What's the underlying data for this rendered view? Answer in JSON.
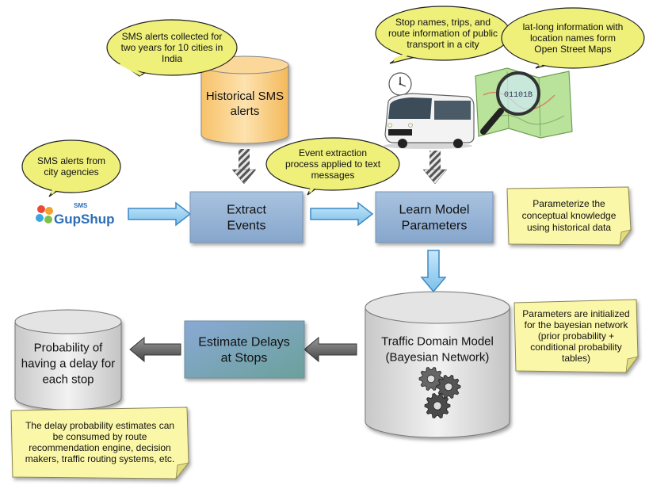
{
  "bubbles": {
    "sms_collected": "SMS alerts collected for two years for 10 cities in India",
    "stop_names": "Stop names, trips, and route information of public transport in a city",
    "latlong": "lat-long information with location names form Open Street Maps",
    "sms_city": "SMS alerts from city agencies",
    "event_extraction": "Event extraction process applied to text messages"
  },
  "boxes": {
    "extract_events": "Extract Events",
    "learn_model": "Learn Model Parameters",
    "estimate_delays": "Estimate Delays at Stops"
  },
  "cylinders": {
    "historical": "Historical SMS alerts",
    "traffic_model": "Traffic Domain Model (Bayesian Network)",
    "probability": "Probability of having a delay for each stop"
  },
  "notes": {
    "parameterize": "Parameterize the conceptual knowledge using historical data",
    "initialized": "Parameters are initialized for the bayesian network (prior probability + conditional probability tables)",
    "consumed": "The delay probability estimates can be consumed by route recommendation engine, decision makers, traffic routing systems, etc."
  },
  "logo": {
    "small": "SMS",
    "main": "GupShup"
  },
  "map_label": "01101B",
  "colors": {
    "bubble_fill": "#eef07a",
    "note_fill": "#fbf7a8",
    "box_fill": "#96b3d5",
    "box_estimate_fill": "#7ca4b8",
    "estimate_text": "#1c7a2c",
    "cyl_hist": "#f9d58f",
    "cyl_grey": "#dcdcdc",
    "arrow_blue": "#9bd1f0",
    "arrow_grey": "#555555"
  },
  "icons": [
    "clock-icon",
    "bus-icon",
    "map-icon",
    "magnifier-icon",
    "gears-icon",
    "gupshup-logo"
  ]
}
